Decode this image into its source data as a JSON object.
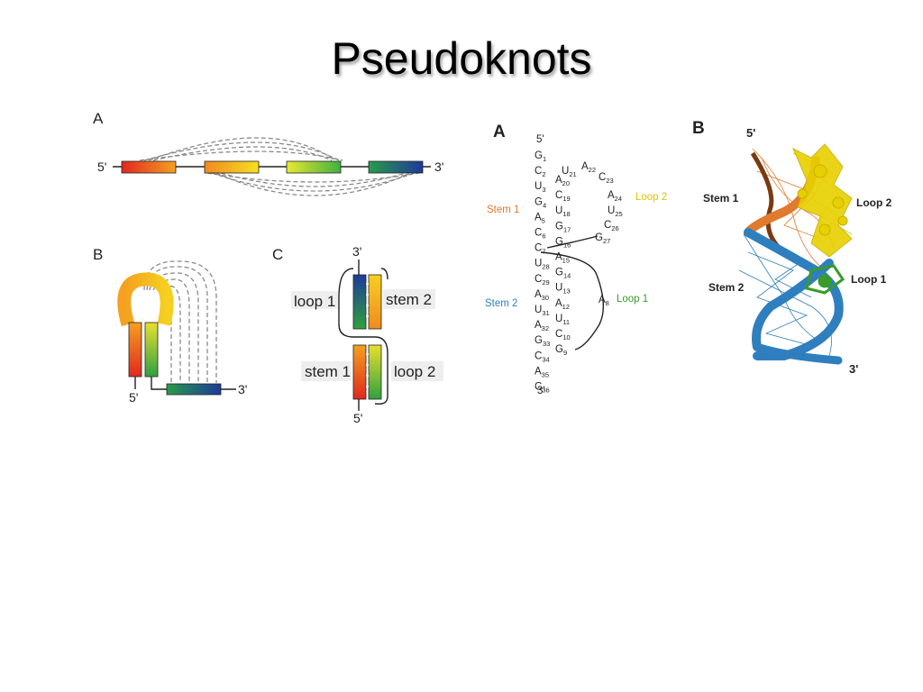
{
  "title": "Pseudoknots",
  "panel_left": {
    "a": {
      "letter": "A",
      "five_prime": "5'",
      "three_prime": "3'"
    },
    "b": {
      "letter": "B",
      "five_prime": "5'",
      "three_prime": "3'"
    },
    "c": {
      "letter": "C",
      "three_prime": "3'",
      "five_prime": "5'",
      "loop1": "loop 1",
      "stem2": "stem 2",
      "stem1": "stem 1",
      "loop2": "loop 2"
    }
  },
  "panel_right": {
    "a": {
      "letter": "A",
      "five_prime": "5'",
      "three_prime": "3'",
      "stem1": "Stem 1",
      "stem2": "Stem 2",
      "loop1": "Loop 1",
      "loop2": "Loop 2",
      "left_column": [
        [
          "G",
          "1"
        ],
        [
          "C",
          "2"
        ],
        [
          "U",
          "3"
        ],
        [
          "G",
          "4"
        ],
        [
          "A",
          "5"
        ],
        [
          "C",
          "6"
        ],
        [
          "C",
          "7"
        ],
        [
          "U",
          "28"
        ],
        [
          "C",
          "29"
        ],
        [
          "A",
          "30"
        ],
        [
          "U",
          "31"
        ],
        [
          "A",
          "32"
        ],
        [
          "G",
          "33"
        ],
        [
          "C",
          "34"
        ],
        [
          "A",
          "35"
        ],
        [
          "C",
          "36"
        ]
      ],
      "pair_column": [
        [
          "A",
          "20"
        ],
        [
          "C",
          "19"
        ],
        [
          "U",
          "18"
        ],
        [
          "G",
          "17"
        ],
        [
          "G",
          "16"
        ],
        [
          "A",
          "15"
        ],
        [
          "G",
          "14"
        ],
        [
          "U",
          "13"
        ],
        [
          "A",
          "12"
        ],
        [
          "U",
          "11"
        ],
        [
          "C",
          "10"
        ],
        [
          "G",
          "9"
        ]
      ],
      "loop2_top": [
        [
          "U",
          "21"
        ],
        [
          "A",
          "22"
        ],
        [
          "C",
          "23"
        ]
      ],
      "loop2_side": [
        [
          "A",
          "24"
        ],
        [
          "U",
          "25"
        ],
        [
          "C",
          "26"
        ],
        [
          "G",
          "27"
        ]
      ],
      "loop1_base": [
        "A",
        "8"
      ]
    },
    "b": {
      "letter": "B",
      "five_prime": "5'",
      "three_prime": "3'",
      "stem1": "Stem 1",
      "stem2": "Stem 2",
      "loop1": "Loop 1",
      "loop2": "Loop 2"
    }
  },
  "colors": {
    "stem1": "#e07a2e",
    "stem2": "#2f7fbf",
    "loop1": "#3a9a2a",
    "loop2": "#e0c000"
  }
}
